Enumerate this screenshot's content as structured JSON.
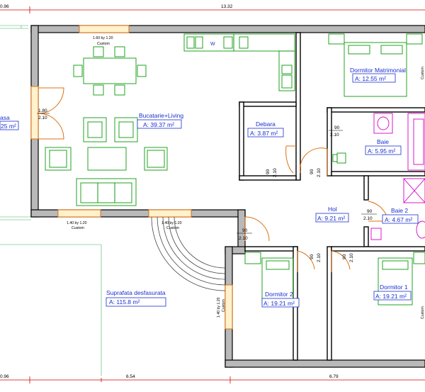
{
  "dimensions": {
    "top_left": "0.96",
    "top_mid": "13.32",
    "bottom_left": "0.96",
    "bottom_mid": "6.54",
    "bottom_right": "6.79"
  },
  "rooms": {
    "casa": {
      "name": "asa",
      "area": "25 m²"
    },
    "bucatarie": {
      "name": "Bucatarie+Living",
      "area": "A: 39.37 m²"
    },
    "debara": {
      "name": "Debara",
      "area": "A: 3.87 m²"
    },
    "dormitor_matrimonial": {
      "name": "Dormitor Matrimonial",
      "area": "A: 12.55 m²"
    },
    "baie": {
      "name": "Baie",
      "area": "A: 5.95 m²"
    },
    "baie2": {
      "name": "Baie 2",
      "area": "A: 4.67 m²"
    },
    "hol": {
      "name": "Hol",
      "area": "A: 9.21 m²"
    },
    "dormitor2": {
      "name": "Dormitor 2",
      "area": "A: 19.21 m²"
    },
    "dormitor1": {
      "name": "Dormitor 1",
      "area": "A: 19.21 m²"
    },
    "suprafata": {
      "name": "Suprafata desfasurata",
      "area": "A: 115.8 m²"
    }
  },
  "openings": {
    "window_top": {
      "size": "1.60 by 1.20",
      "type": "Custom"
    },
    "window_bottom_left": {
      "size": "1.40 by 1.20",
      "type": "Custom"
    },
    "window_bottom_right": {
      "size": "1.40 by 1.20",
      "type": "Custom"
    },
    "window_vertical": {
      "size": "1.40 by 1.20",
      "type": "Custom"
    },
    "custom_right_1": "Custom",
    "custom_right_2": "Custom",
    "door_main": {
      "w": "1.80",
      "h": "2.10"
    },
    "door_hall_a": {
      "w": "90",
      "h": "2.10"
    },
    "door_baie": {
      "w": "90",
      "h": "2.10"
    },
    "door_debara": {
      "w": "90",
      "h": "2.10"
    },
    "door_debara_b": {
      "w": "90",
      "h": "2.10"
    },
    "door_baie2": {
      "w": "90",
      "h": "2.10"
    },
    "door_d2": {
      "w": "90",
      "h": "2.10"
    },
    "door_d1": {
      "w": "90",
      "h": "2.10"
    }
  },
  "appliance_label": "W"
}
